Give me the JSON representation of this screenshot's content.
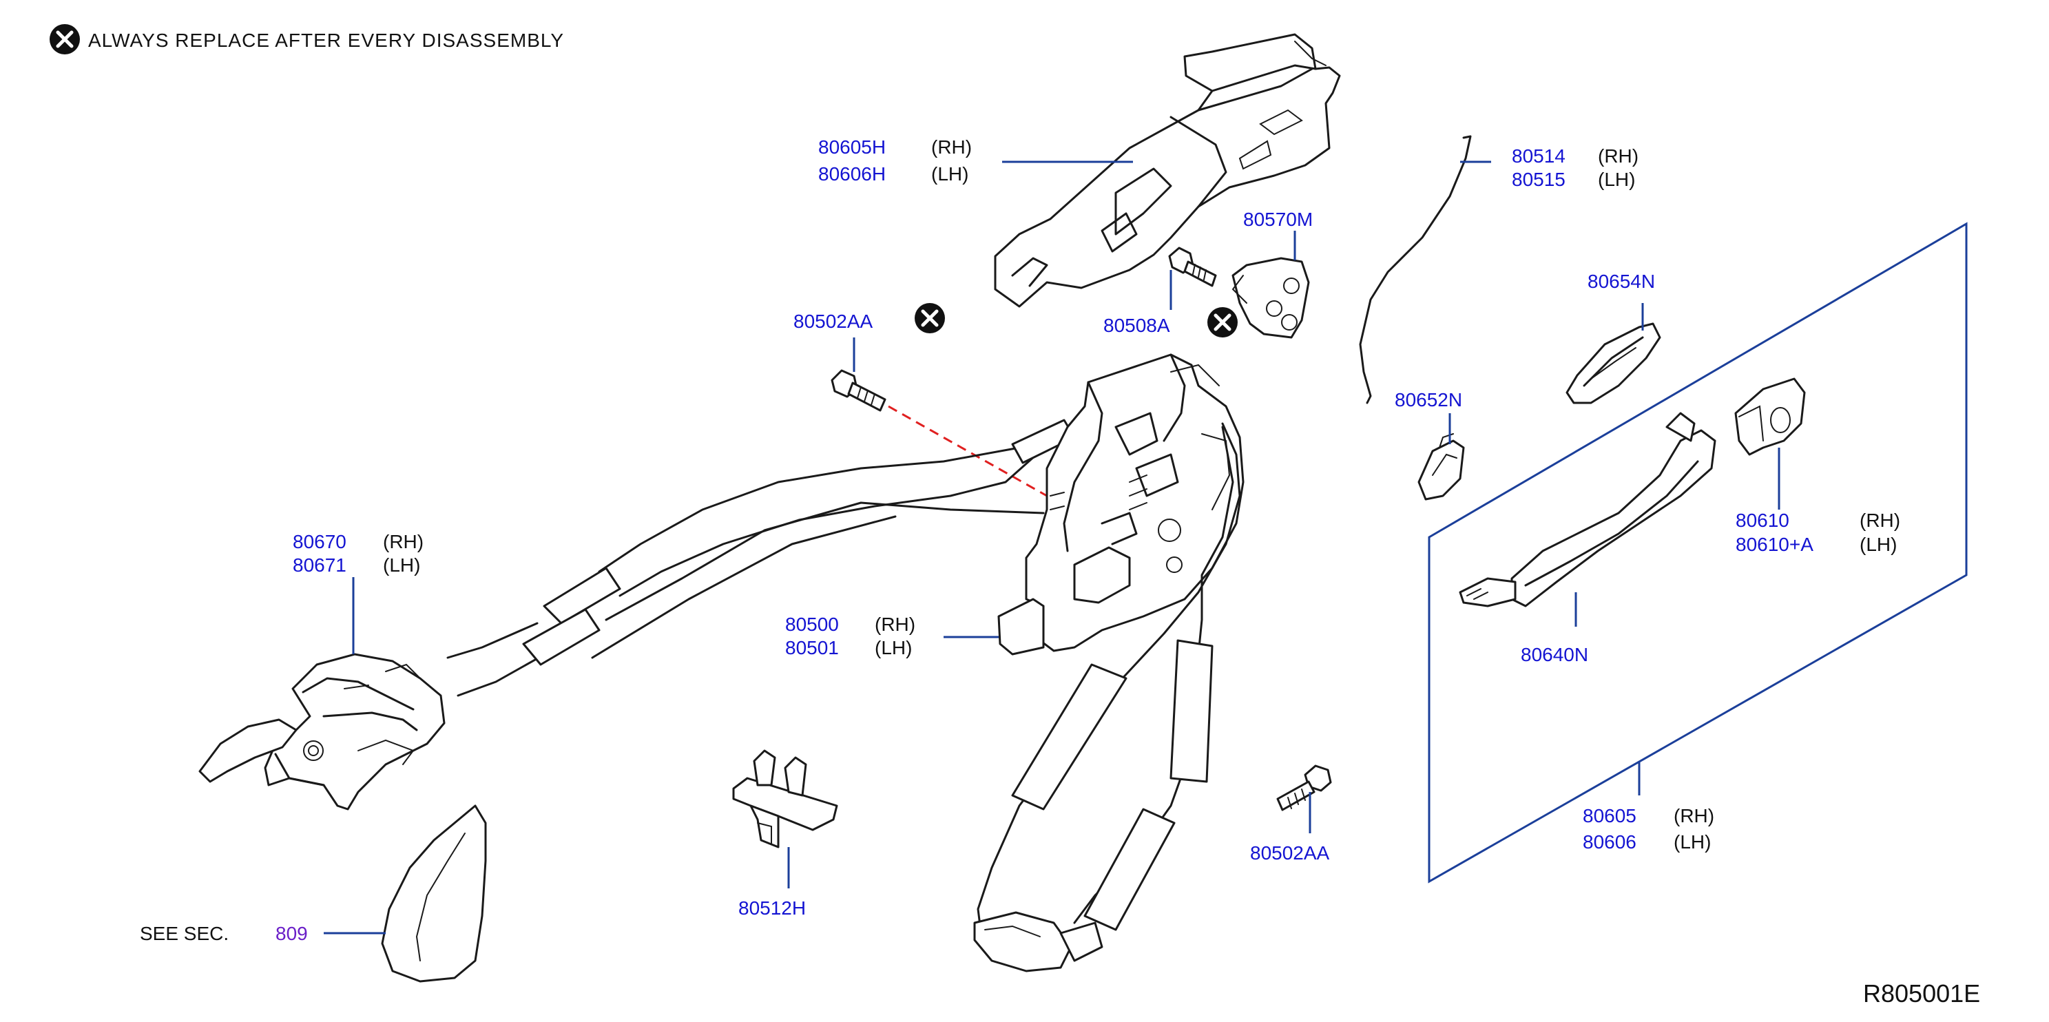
{
  "note": {
    "text": "ALWAYS REPLACE AFTER EVERY DISASSEMBLY",
    "icon": "x-circle-icon"
  },
  "diagram_code": "R805001E",
  "see_sec": {
    "label": "SEE SEC.",
    "ref": "809"
  },
  "parts": {
    "outside_handle_bracket": {
      "rh": "80605H",
      "lh": "80606H",
      "rh_tag": "(RH)",
      "lh_tag": "(LH)"
    },
    "rod": {
      "rh": "80514",
      "lh": "80515",
      "rh_tag": "(RH)",
      "lh_tag": "(LH)"
    },
    "bracket_plate": {
      "num": "80570M"
    },
    "bolt_small": {
      "num": "80508A"
    },
    "screw_top": {
      "num": "80502AA"
    },
    "escutcheon": {
      "num": "80654N"
    },
    "cap_small": {
      "num": "80652N"
    },
    "inside_handle": {
      "rh": "80670",
      "lh": "80671",
      "rh_tag": "(RH)",
      "lh_tag": "(LH)"
    },
    "lock_actuator": {
      "rh": "80500",
      "lh": "80501",
      "rh_tag": "(RH)",
      "lh_tag": "(LH)"
    },
    "key_cylinder_cap": {
      "rh": "80610",
      "lh": "80610+A",
      "rh_tag": "(RH)",
      "lh_tag": "(LH)"
    },
    "outside_handle": {
      "num": "80640N"
    },
    "clip": {
      "num": "80512H"
    },
    "screw_bottom": {
      "num": "80502AA"
    },
    "handle_assembly": {
      "rh": "80605",
      "lh": "80606",
      "rh_tag": "(RH)",
      "lh_tag": "(LH)"
    }
  },
  "colors": {
    "part_number": "#1414d2",
    "leader": "#1b3f9a",
    "section_ref": "#6a1fc8",
    "assist_line": "#e02020"
  }
}
